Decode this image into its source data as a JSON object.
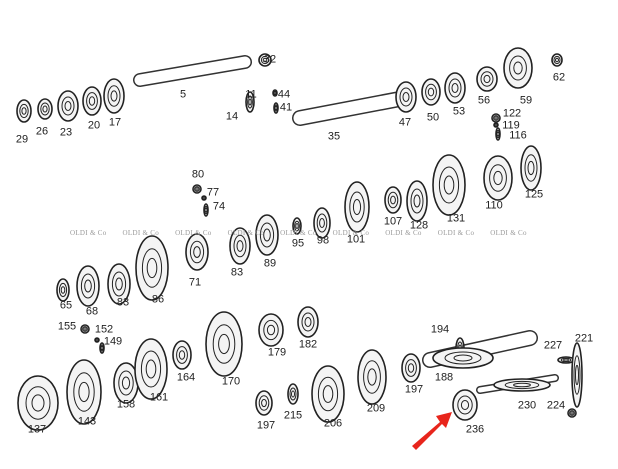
{
  "diagram": {
    "watermark": "OLDI & Co",
    "highlight_color": "#e8251c",
    "highlighted_part": "236",
    "part_labels": [
      "32",
      "5",
      "11",
      "14",
      "44",
      "41",
      "29",
      "26",
      "23",
      "20",
      "17",
      "35",
      "47",
      "50",
      "53",
      "56",
      "59",
      "62",
      "122",
      "119",
      "116",
      "125",
      "110",
      "131",
      "128",
      "107",
      "101",
      "98",
      "95",
      "89",
      "83",
      "71",
      "80",
      "77",
      "74",
      "65",
      "68",
      "83",
      "86",
      "155",
      "152",
      "149",
      "137",
      "143",
      "158",
      "161",
      "164",
      "170",
      "179",
      "182",
      "194",
      "188",
      "197",
      "209",
      "206",
      "215",
      "197",
      "227",
      "221",
      "230",
      "224",
      "236"
    ]
  }
}
